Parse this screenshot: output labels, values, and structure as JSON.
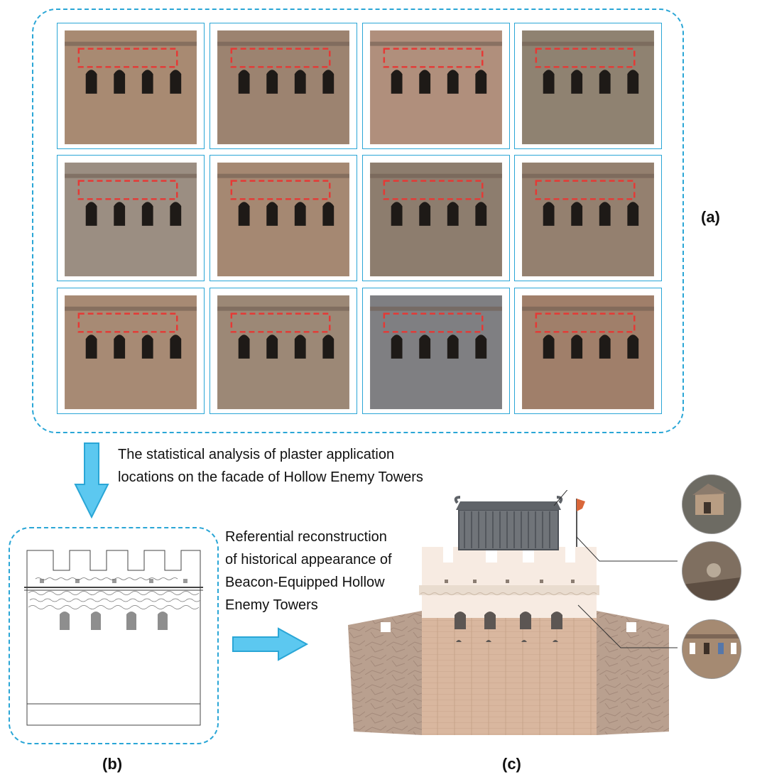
{
  "labels": {
    "a": "(a)",
    "b": "(b)",
    "c": "(c)"
  },
  "captions": {
    "top_line1": "The statistical analysis of plaster application",
    "top_line2": "locations on the facade of Hollow Enemy Towers",
    "mid_line1": "Referential reconstruction",
    "mid_line2": "of historical appearance of",
    "mid_line3": " Beacon-Equipped Hollow",
    "mid_line4": "Enemy Towers"
  },
  "colors": {
    "frame_dash": "#2aa6d6",
    "highlight_dash": "#e53935",
    "arrow_fill": "#5cc8f0",
    "arrow_stroke": "#2aa6d6"
  },
  "tower_photos": [
    {
      "id": "tower-1"
    },
    {
      "id": "tower-2"
    },
    {
      "id": "tower-3"
    },
    {
      "id": "tower-4"
    },
    {
      "id": "tower-5"
    },
    {
      "id": "tower-6"
    },
    {
      "id": "tower-7"
    },
    {
      "id": "tower-8"
    },
    {
      "id": "tower-9"
    },
    {
      "id": "tower-10"
    },
    {
      "id": "tower-11"
    },
    {
      "id": "tower-12"
    }
  ]
}
